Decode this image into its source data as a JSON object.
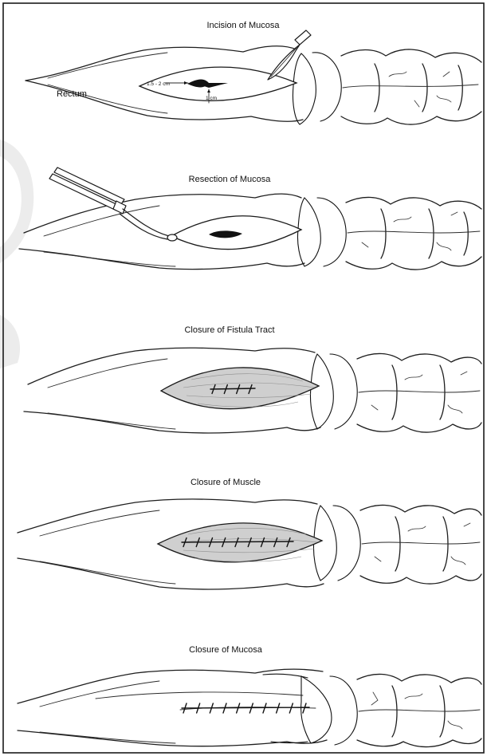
{
  "figure": {
    "panels": [
      {
        "id": "incision",
        "title": "Incision of Mucosa",
        "organ_label": "Rectum",
        "measure_length": "1.5 - 2 cm",
        "measure_width": "1 cm",
        "instrument": "scalpel-icon",
        "window_style": "open",
        "suture_count": 0
      },
      {
        "id": "resection",
        "title": "Resection of Mucosa",
        "instrument": "forceps-icon",
        "window_style": "open",
        "suture_count": 0
      },
      {
        "id": "closure-fistula-tract",
        "title": "Closure of Fistula Tract",
        "window_style": "flap",
        "suture_count": 4
      },
      {
        "id": "closure-muscle",
        "title": "Closure of Muscle",
        "window_style": "flap",
        "suture_count": 9
      },
      {
        "id": "closure-mucosa",
        "title": "Closure of Mucosa",
        "window_style": "closed",
        "suture_count": 10
      }
    ],
    "colors": {
      "ink": "#1a1a1a",
      "flap_fill": "#cfcfcf",
      "background": "#ffffff",
      "watermark": "#ececec"
    }
  }
}
